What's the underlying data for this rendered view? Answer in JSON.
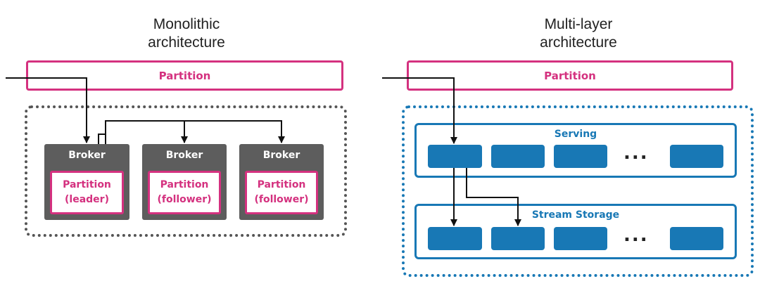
{
  "left": {
    "title": "Monolithic\narchitecture",
    "partition_label": "Partition",
    "brokers": [
      {
        "label": "Broker",
        "partition": "Partition\n(leader)"
      },
      {
        "label": "Broker",
        "partition": "Partition\n(follower)"
      },
      {
        "label": "Broker",
        "partition": "Partition\n(follower)"
      }
    ]
  },
  "right": {
    "title": "Multi-layer\narchitecture",
    "partition_label": "Partition",
    "serving_label": "Serving",
    "storage_label": "Stream Storage",
    "ellipsis": "..."
  },
  "colors": {
    "partition": "#d4317f",
    "broker": "#5d5d5d",
    "layer": "#1878b5",
    "monolith_border": "#555555",
    "multilayer_border": "#1878b5"
  }
}
